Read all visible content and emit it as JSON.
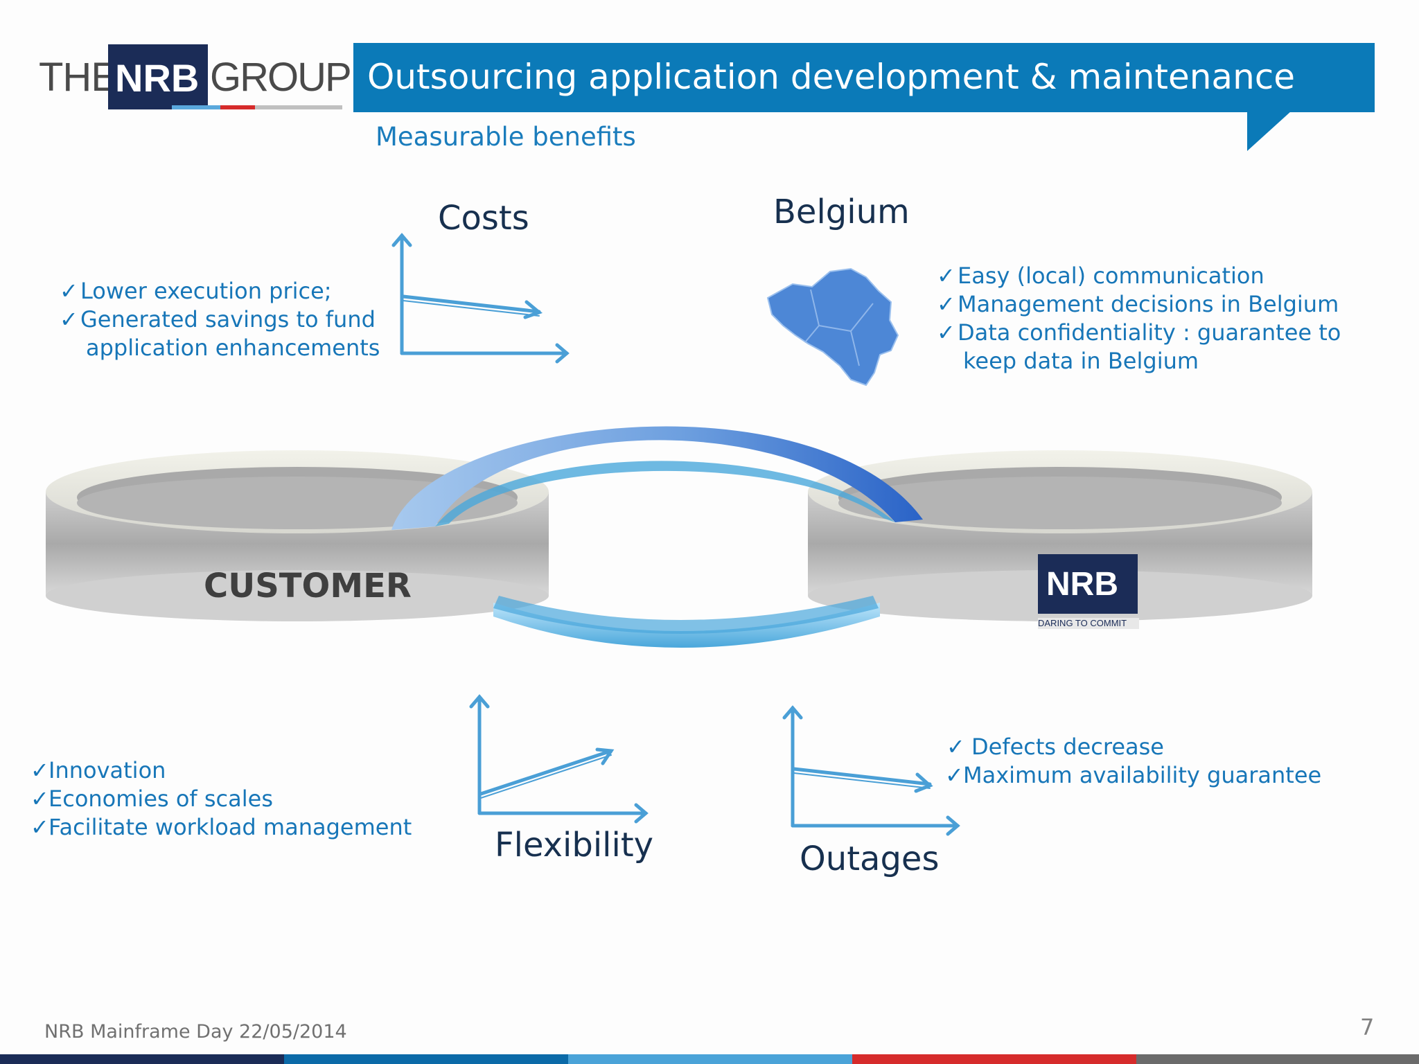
{
  "logo": {
    "left": "THE",
    "middle": "NRB",
    "right": "GROUP"
  },
  "header": {
    "title": "Outsourcing application development & maintenance",
    "subtitle": "Measurable benefits"
  },
  "quadrants": {
    "costs": {
      "heading": "Costs",
      "bullets": [
        "Lower execution price;",
        "Generated savings to fund"
      ],
      "continuation": "application enhancements"
    },
    "belgium": {
      "heading": "Belgium",
      "bullets": [
        "Easy (local) communication",
        "Management decisions in Belgium",
        "Data confidentiality  : guarantee to"
      ],
      "continuation": "keep data in Belgium"
    },
    "flexibility": {
      "heading": "Flexibility",
      "bullets": [
        "Innovation",
        "Economies of scales",
        "Facilitate workload management"
      ]
    },
    "outages": {
      "heading": "Outages",
      "bullets": [
        "Defects decrease",
        "Maximum availability guarantee"
      ]
    }
  },
  "rings": {
    "customer_label": "CUSTOMER",
    "provider_logo": "NRB",
    "provider_tagline": "DARING TO COMMIT"
  },
  "footer": {
    "text": "NRB Mainframe Day 22/05/2014",
    "page": "7"
  },
  "colors": {
    "brand_blue": "#0b7ab8",
    "navy": "#1b2c57",
    "text_blue": "#1776b8",
    "arrow_blue": "#4a9fd6",
    "bottom_bar": [
      "#1b2c57",
      "#0b6aa8",
      "#4aa3d8",
      "#d62b2b",
      "#6b6b6b"
    ]
  },
  "icons": [
    "check-icon",
    "belgium-map-icon",
    "trend-arrow-icon"
  ]
}
